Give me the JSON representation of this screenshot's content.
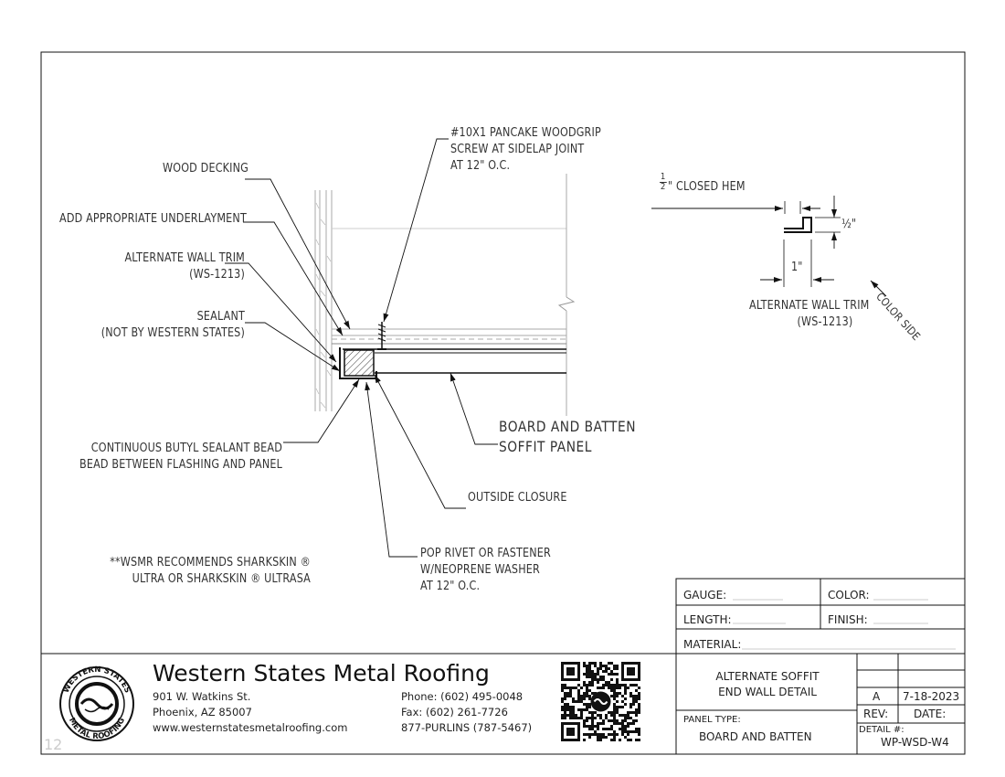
{
  "callouts": {
    "screw": [
      "#10X1 PANCAKE WOODGRIP",
      "SCREW AT SIDELAP JOINT",
      "AT 12\" O.C."
    ],
    "wood_decking": "WOOD DECKING",
    "underlayment": "ADD APPROPRIATE UNDERLAYMENT",
    "alt_wall_trim": [
      "ALTERNATE WALL TRIM",
      "(WS-1213)"
    ],
    "sealant": [
      "SEALANT",
      "(NOT BY WESTERN STATES)"
    ],
    "butyl": [
      "CONTINUOUS BUTYL SEALANT BEAD",
      "BEAD BETWEEN FLASHING AND PANEL"
    ],
    "panel": [
      "BOARD AND BATTEN",
      "SOFFIT PANEL"
    ],
    "closure": "OUTSIDE CLOSURE",
    "rivet": [
      "POP RIVET OR FASTENER",
      "W/NEOPRENE WASHER",
      "AT 12\" O.C."
    ],
    "note": [
      "**WSMR RECOMMENDS SHARKSKIN ®",
      "ULTRA OR SHARKSKIN ® ULTRASA"
    ]
  },
  "trim_detail": {
    "hem_fraction_num": "1",
    "hem_fraction_den": "2",
    "hem_label": "\" CLOSED HEM",
    "half_label": "½\"",
    "one_label": "1\"",
    "trim_name": [
      "ALTERNATE WALL TRIM",
      "(WS-1213)"
    ],
    "color_side": "COLOR SIDE"
  },
  "company": {
    "name": "Western States Metal Roofing",
    "address": [
      "901 W. Watkins St.",
      "Phoenix, AZ 85007",
      "www.westernstatesmetalroofing.com"
    ],
    "phones": [
      "Phone: (602) 495-0048",
      "Fax: (602) 261-7726",
      "877-PURLINS (787-5467)"
    ],
    "logo_top": "WESTERN STATES",
    "logo_bottom": "METAL ROOFING"
  },
  "title_block": {
    "gauge": "GAUGE:",
    "color": "COLOR:",
    "length": "LENGTH:",
    "finish": "FINISH:",
    "material": "MATERIAL:",
    "title": [
      "ALTERNATE SOFFIT",
      "END WALL DETAIL"
    ],
    "panel_type_label": "PANEL TYPE:",
    "panel_type": "BOARD AND BATTEN",
    "rev": "A",
    "date": "7-18-2023",
    "rev_label": "REV:",
    "date_label": "DATE:",
    "detail_label": "DETAIL #:",
    "detail": "WP-WSD-W4"
  },
  "page_number": "12"
}
